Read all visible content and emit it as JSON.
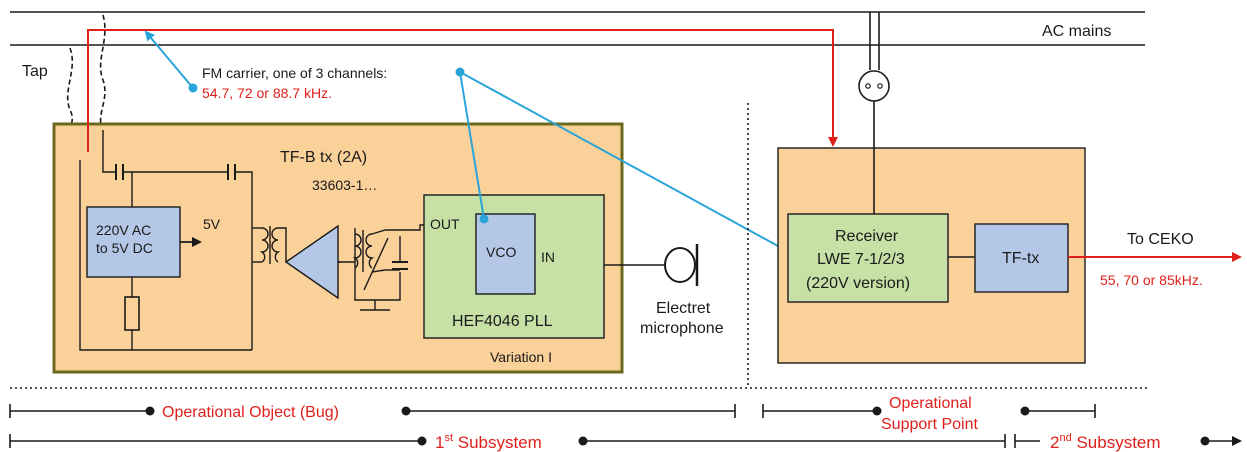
{
  "labels": {
    "ac_mains": "AC mains",
    "tap": "Tap",
    "fm_carrier_line1": "FM carrier, one of 3 channels:",
    "fm_carrier_line2": "54.7, 72 or 88.7 kHz.",
    "tfb_title": "TF-B tx  (2A)",
    "tfb_sub": "33603-1…",
    "psu_line1": "220V AC",
    "psu_line2": "to 5V DC",
    "five_v": "5V",
    "out": "OUT",
    "vco": "VCO",
    "in": "IN",
    "pll": "HEF4046  PLL",
    "variation": "Variation I",
    "mic_line1": "Electret",
    "mic_line2": "microphone",
    "receiver_line1": "Receiver",
    "receiver_line2": "LWE 7-1/2/3",
    "receiver_line3": "(220V version)",
    "tftx": "TF-tx",
    "to_ceko": "To CEKO",
    "ceko_freq": "55, 70 or 85kHz.",
    "operational_object": "Operational Object (Bug)",
    "operational_support_line1": "Operational",
    "operational_support_line2": "Support Point",
    "subsystem1_num": "1",
    "subsystem1_sup": "st",
    "subsystem1_rest": " Subsystem",
    "subsystem2_num": "2",
    "subsystem2_sup": "nd",
    "subsystem2_rest": " Subsystem"
  },
  "colors": {
    "box_fill": "#fbd19a",
    "box_border": "#6b6a1c",
    "green_fill": "#c6e0a6",
    "blue_fill": "#b4c7e7",
    "red": "#e0201b",
    "blue_line": "#2aa4d8"
  }
}
